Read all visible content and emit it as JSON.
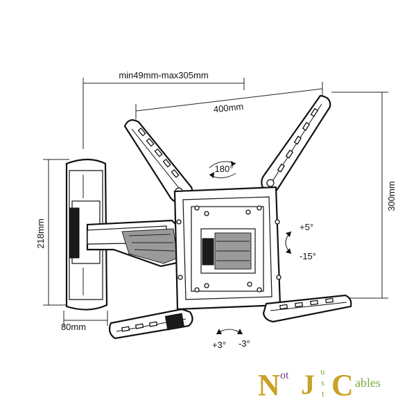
{
  "dimensions": {
    "depth_range": "min49mm-max305mm",
    "width": "400mm",
    "height": "300mm",
    "arm_height": "218mm",
    "arm_width": "80mm"
  },
  "rotation": {
    "swivel": "180°",
    "tilt_up": "+5°",
    "tilt_down": "-15°",
    "level_plus": "+3°",
    "level_minus": "-3°"
  },
  "logo": {
    "n": "N",
    "ot": "ot",
    "j": "J",
    "ust": [
      "u",
      "s",
      "t"
    ],
    "c": "C",
    "ables": "ables",
    "colors": {
      "gold": "#c9a227",
      "green": "#7bab3e",
      "purple": "#6a3f8f"
    }
  }
}
